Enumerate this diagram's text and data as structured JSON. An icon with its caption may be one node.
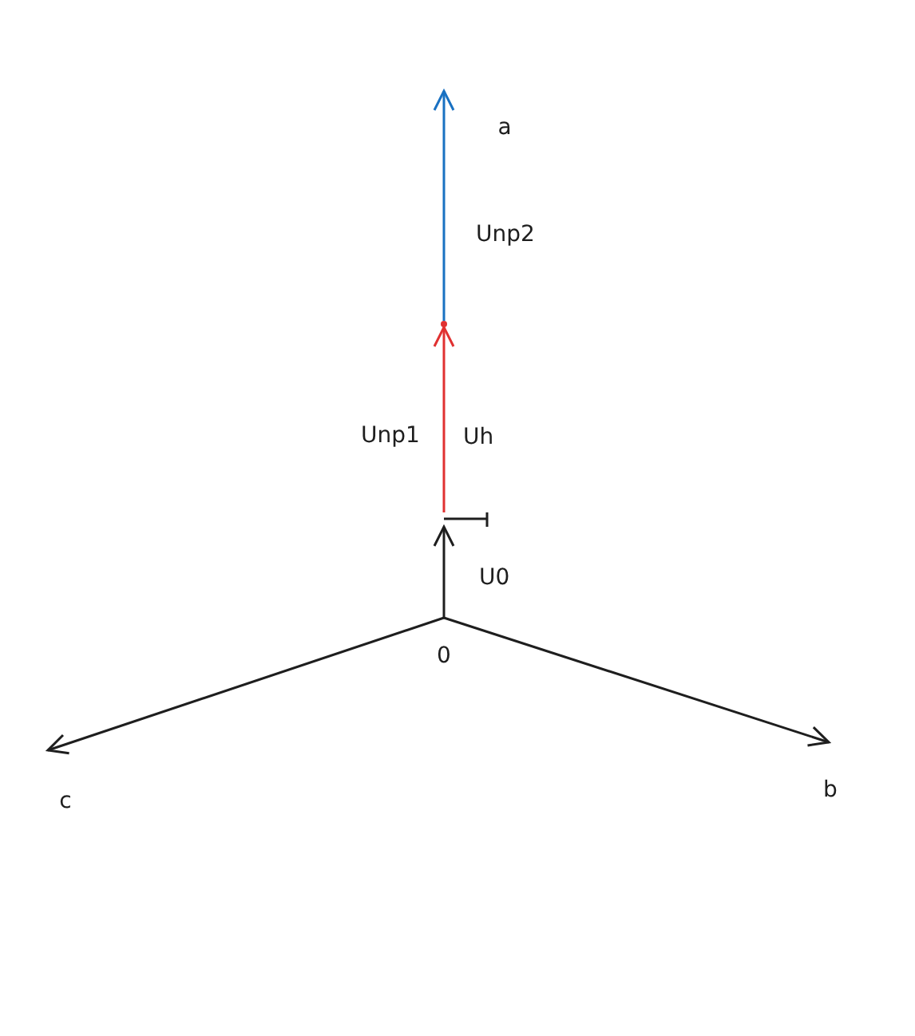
{
  "diagram": {
    "nodes": [
      {
        "text": [
          "0"
        ]
      },
      {
        "text": [],
        "shape": "bar"
      },
      {
        "text": [],
        "shape": "point"
      },
      {
        "text": [
          "a"
        ]
      },
      {
        "text": [
          "b"
        ]
      },
      {
        "text": [
          "c"
        ]
      }
    ],
    "edges": [
      {
        "from": 0,
        "to": 1,
        "arrow": "to",
        "label": "U0"
      },
      {
        "from": 1,
        "to": 2,
        "arrow": "to",
        "label": "Uh",
        "color": "#e03131"
      },
      {
        "from": 2,
        "to": null,
        "arrow": "to",
        "label": "Unp2",
        "color": "#1971c2"
      },
      {
        "from": 0,
        "to": 4,
        "arrow": "to"
      },
      {
        "from": 0,
        "to": 5,
        "arrow": "to"
      }
    ],
    "labels": [
      "Unp1"
    ]
  }
}
